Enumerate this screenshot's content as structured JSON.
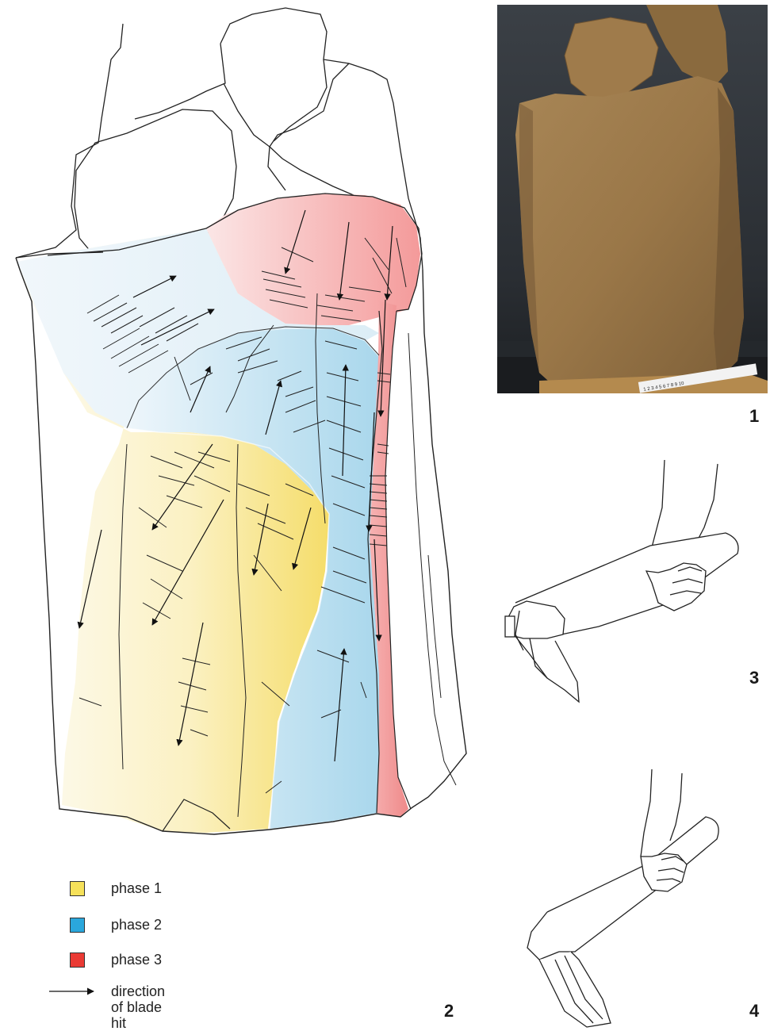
{
  "figure_numbers": {
    "photo": "1",
    "drawing": "2",
    "axe_tool": "3",
    "adze_tool": "4"
  },
  "legend": {
    "items": [
      {
        "label": "phase 1",
        "color": "#f6e15a"
      },
      {
        "label": "phase 2",
        "color": "#2aa7dc"
      },
      {
        "label": "phase 3",
        "color": "#ea3a34"
      }
    ],
    "arrow_label_lines": [
      "direction",
      "of blade",
      "hit"
    ]
  },
  "colors": {
    "phase1_fill": "#f6e15a",
    "phase2_fill": "#2aa7dc",
    "phase3_fill": "#ea3a34",
    "stone_photo": "#9c7a4a",
    "photo_background": "#2b2f33"
  },
  "scale_bar_text": "1 2 3 4 5 6 7 8 9 10"
}
